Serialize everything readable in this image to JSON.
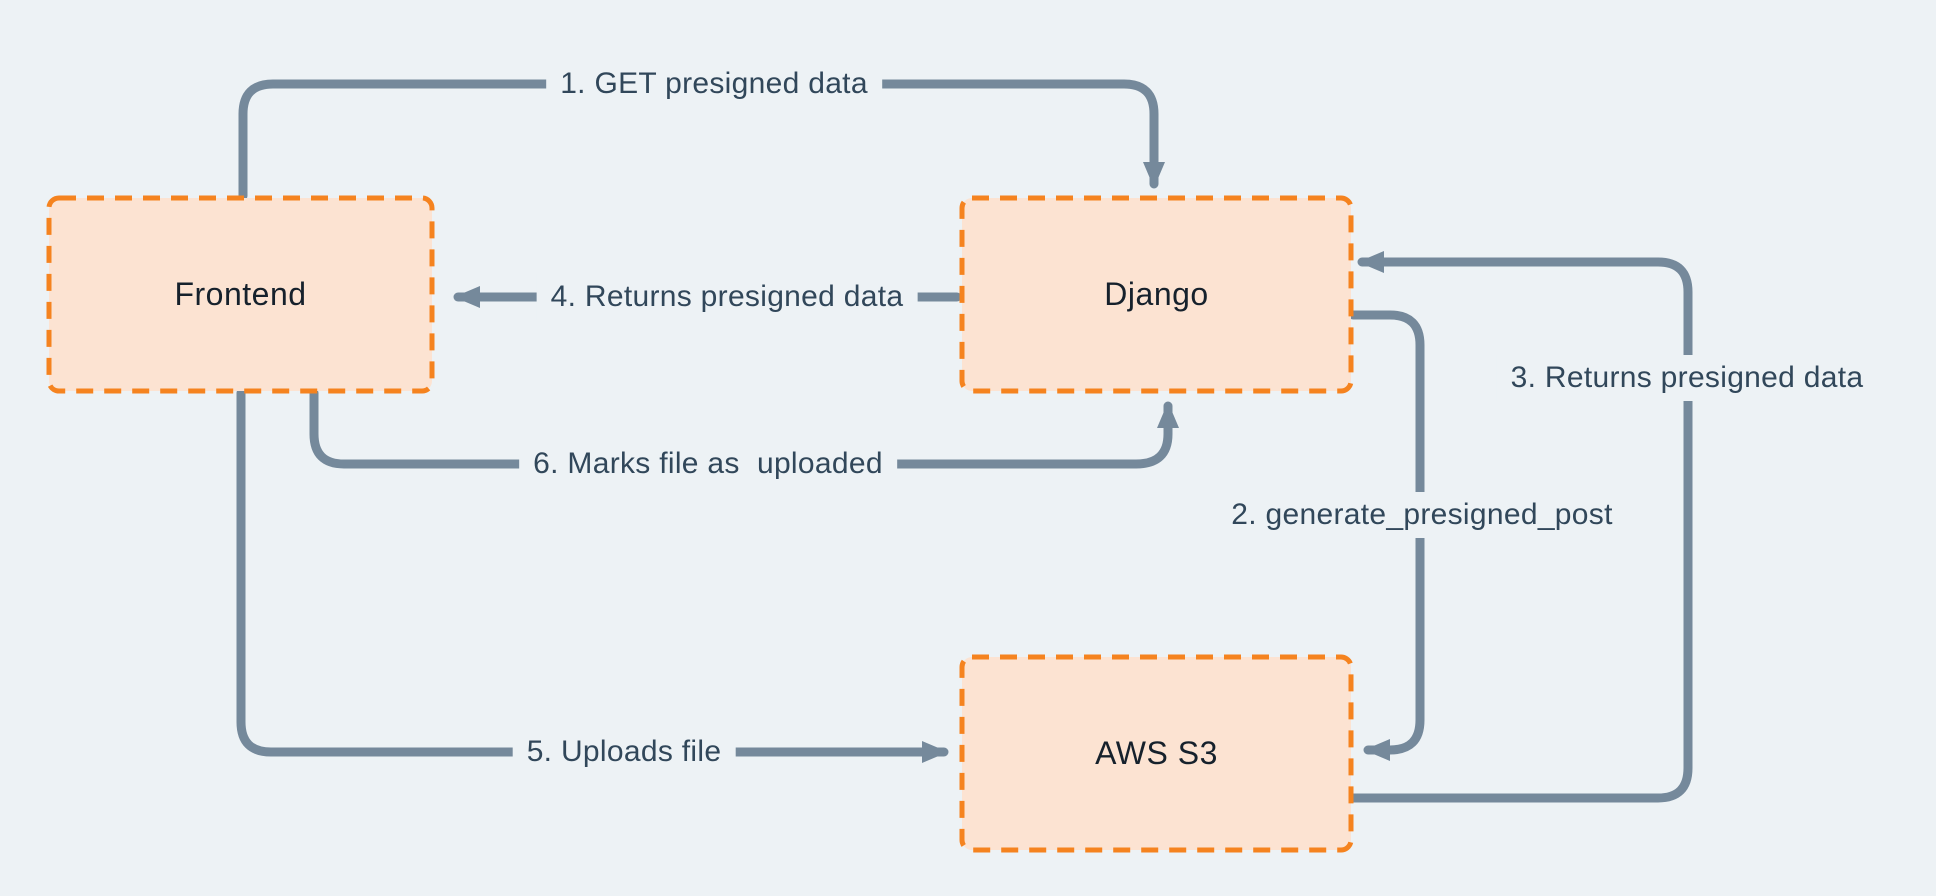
{
  "diagram": {
    "description_colors": {
      "background": "#EDF2F5",
      "box_fill": "#FCE3D2",
      "box_border": "#F5831F",
      "arrow": "#75899B",
      "edge_text": "#31475A",
      "node_text": "#16212C"
    },
    "nodes": [
      {
        "id": "frontend",
        "label": "Frontend"
      },
      {
        "id": "django",
        "label": "Django"
      },
      {
        "id": "aws-s3",
        "label": "AWS S3"
      }
    ],
    "edges": [
      {
        "id": "1",
        "from": "frontend",
        "to": "django",
        "label": "1. GET presigned data"
      },
      {
        "id": "2",
        "from": "django",
        "to": "aws-s3",
        "label": "2. generate_presigned_post"
      },
      {
        "id": "3",
        "from": "aws-s3",
        "to": "django",
        "label": "3. Returns presigned data"
      },
      {
        "id": "4",
        "from": "django",
        "to": "frontend",
        "label": "4. Returns presigned data"
      },
      {
        "id": "5",
        "from": "frontend",
        "to": "aws-s3",
        "label": "5. Uploads file"
      },
      {
        "id": "6",
        "from": "frontend",
        "to": "django",
        "label": "6. Marks file as  uploaded"
      }
    ]
  }
}
